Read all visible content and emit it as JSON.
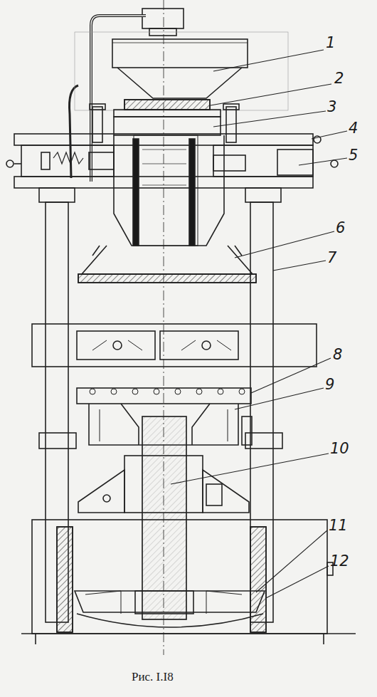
{
  "diagram": {
    "caption": "Рис. I.I8",
    "labels": [
      "1",
      "2",
      "3",
      "4",
      "5",
      "6",
      "7",
      "8",
      "9",
      "10",
      "11",
      "12"
    ]
  }
}
